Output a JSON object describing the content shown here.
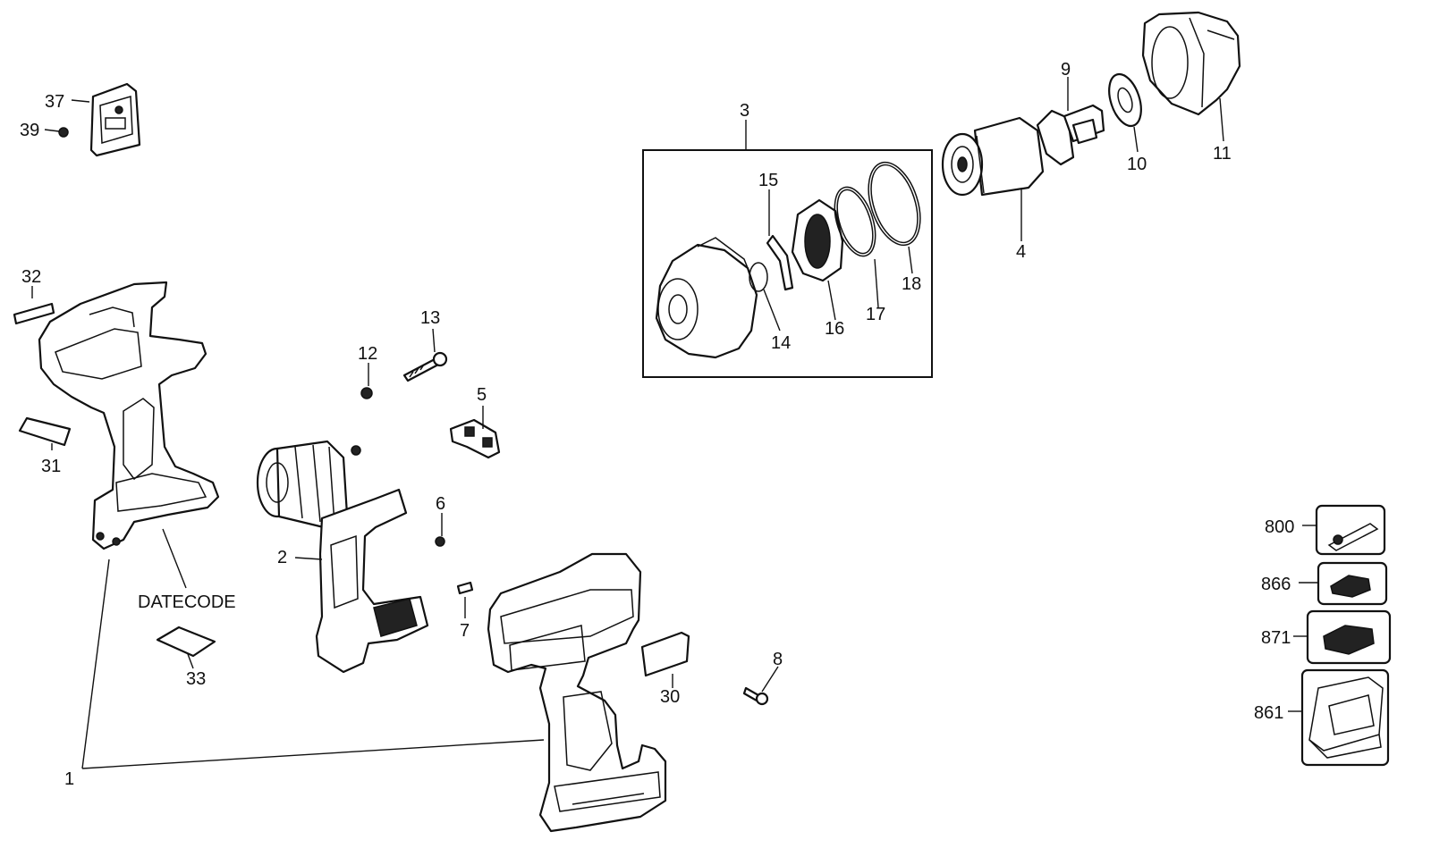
{
  "diagram": {
    "labels": {
      "p1": "1",
      "p2": "2",
      "p3": "3",
      "p4": "4",
      "p5": "5",
      "p6": "6",
      "p7": "7",
      "p8": "8",
      "p9": "9",
      "p10": "10",
      "p11": "11",
      "p12": "12",
      "p13": "13",
      "p14": "14",
      "p15": "15",
      "p16": "16",
      "p17": "17",
      "p18": "18",
      "p30": "30",
      "p31": "31",
      "p32": "32",
      "p33": "33",
      "p37": "37",
      "p39": "39",
      "p800": "800",
      "p866": "866",
      "p871": "871",
      "p861": "861",
      "datecode": "DATECODE"
    }
  }
}
